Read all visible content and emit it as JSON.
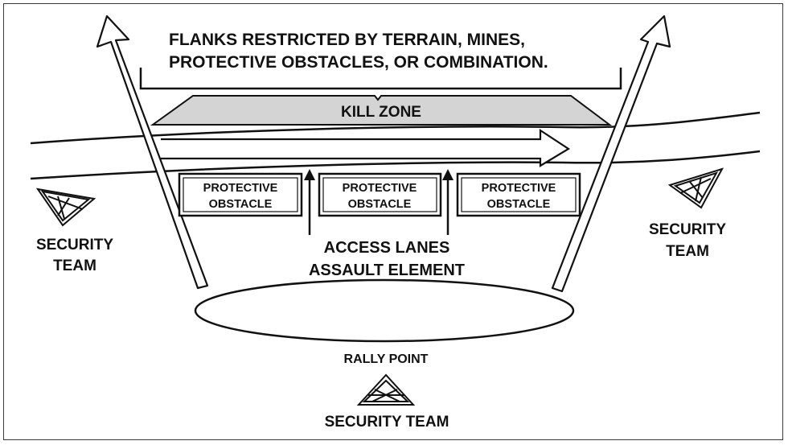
{
  "diagram": {
    "flanks_note": {
      "line1": "FLANKS RESTRICTED BY TERRAIN, MINES,",
      "line2": "PROTECTIVE OBSTACLES, OR COMBINATION."
    },
    "kill_zone_label": "KILL ZONE",
    "obstacles": [
      {
        "line1": "PROTECTIVE",
        "line2": "OBSTACLE"
      },
      {
        "line1": "PROTECTIVE",
        "line2": "OBSTACLE"
      },
      {
        "line1": "PROTECTIVE",
        "line2": "OBSTACLE"
      }
    ],
    "access_lanes": {
      "line1": "ACCESS LANES",
      "line2": "ASSAULT ELEMENT"
    },
    "security_team_left": {
      "line1": "SECURITY",
      "line2": "TEAM"
    },
    "security_team_right": {
      "line1": "SECURITY",
      "line2": "TEAM"
    },
    "rally_point_label": "RALLY POINT",
    "security_team_bottom": "SECURITY TEAM",
    "colors": {
      "ink": "#111111",
      "kill_zone_fill": "#d4d4d4",
      "background": "#ffffff"
    }
  }
}
